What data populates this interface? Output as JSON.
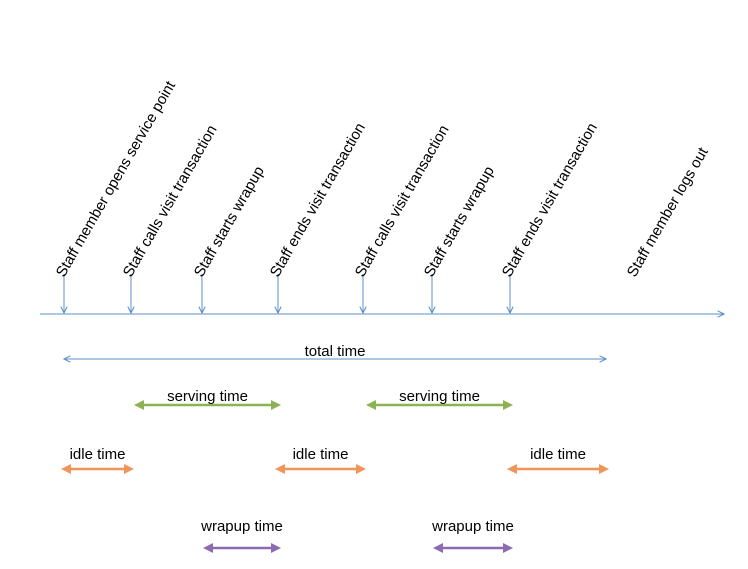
{
  "colors": {
    "timeline": "#5b8fc9",
    "serving": "#8db254",
    "idle": "#f0955a",
    "wrapup": "#8c6cb0",
    "text": "#000000"
  },
  "events": [
    {
      "label": "Staff member opens service point"
    },
    {
      "label": "Staff calls visit transaction"
    },
    {
      "label": "Staff starts wrapup"
    },
    {
      "label": "Staff ends visit transaction"
    },
    {
      "label": "Staff calls visit transaction"
    },
    {
      "label": "Staff starts wrapup"
    },
    {
      "label": "Staff ends visit transaction"
    },
    {
      "label": "Staff member logs out"
    }
  ],
  "spans": {
    "total": [
      {
        "label": "total time",
        "from": 0,
        "to": 7
      }
    ],
    "serving": [
      {
        "label": "serving time",
        "from": 1,
        "to": 3
      },
      {
        "label": "serving time",
        "from": 4,
        "to": 6
      }
    ],
    "idle": [
      {
        "label": "idle time",
        "from": 0,
        "to": 1
      },
      {
        "label": "idle time",
        "from": 3,
        "to": 4
      },
      {
        "label": "idle time",
        "from": 6,
        "to": 7
      }
    ],
    "wrapup": [
      {
        "label": "wrapup time",
        "from": 2,
        "to": 3
      },
      {
        "label": "wrapup time",
        "from": 5,
        "to": 6
      }
    ]
  }
}
